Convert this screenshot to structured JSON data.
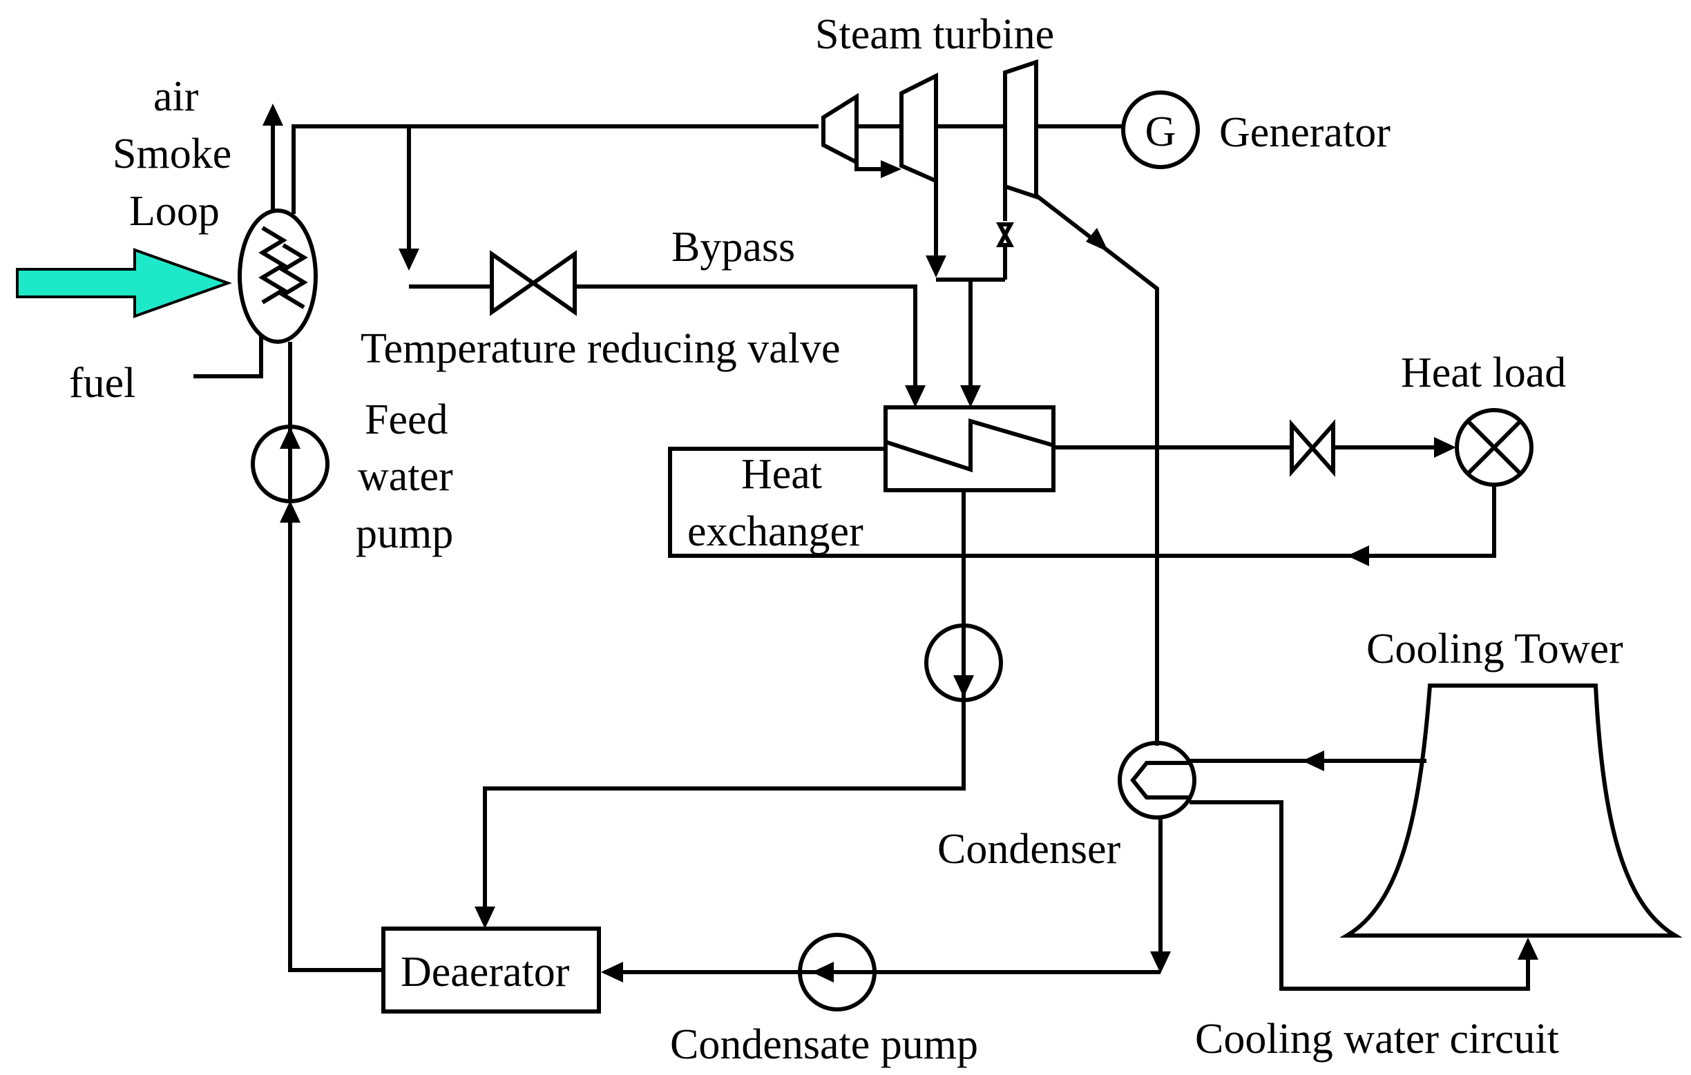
{
  "colors": {
    "line": "#000000",
    "background": "#ffffff",
    "input_arrow": "#1de9c8"
  },
  "labels": {
    "steam_turbine": "Steam turbine",
    "generator": "Generator",
    "generator_symbol": "G",
    "air": "air",
    "smoke": "Smoke",
    "loop": "Loop",
    "fuel": "fuel",
    "bypass": "Bypass",
    "temperature_reducing_valve": "Temperature reducing valve",
    "heat_load": "Heat load",
    "feed": "Feed",
    "water": "water",
    "pump": "pump",
    "heat": "Heat",
    "exchanger": "exchanger",
    "cooling_tower": "Cooling Tower",
    "condenser": "Condenser",
    "deaerator": "Deaerator",
    "condensate_pump": "Condensate pump",
    "cooling_water_circuit": "Cooling water circuit"
  },
  "icons": {
    "input_arrow": "fuel-air-input-arrow-icon",
    "boiler": "boiler-heat-exchange-icon",
    "turbine": "turbine-stage-icon",
    "generator": "generator-icon",
    "valve": "valve-icon",
    "pump": "pump-icon",
    "heat_load": "heat-load-lamp-icon",
    "condenser": "condenser-icon",
    "cooling_tower": "cooling-tower-icon"
  }
}
